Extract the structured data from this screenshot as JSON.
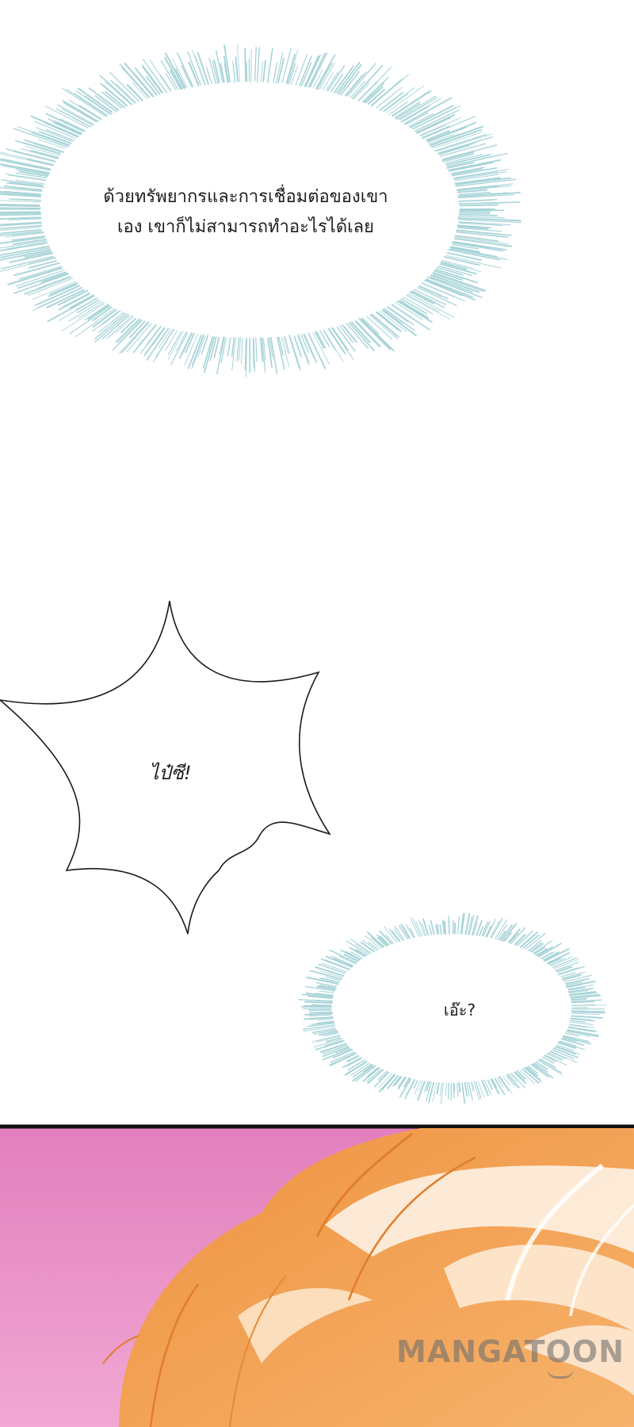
{
  "bubbles": {
    "thought_1": "ด้วยทรัพยากรและการเชื่อมต่อของเขา\nเอง เขาก็ไม่สามารถทำอะไรได้เลย",
    "shout": "ไป๋ซี!",
    "thought_2": "เอ๊ะ?"
  },
  "watermark": "MANGATOON",
  "colors": {
    "speedline": "#a8d4d8",
    "background_panel": "#ffffff",
    "pink_background": "#e588c0",
    "hair_orange": "#f2a056",
    "hair_highlight": "#fdeedd",
    "panel_border": "#111111"
  }
}
